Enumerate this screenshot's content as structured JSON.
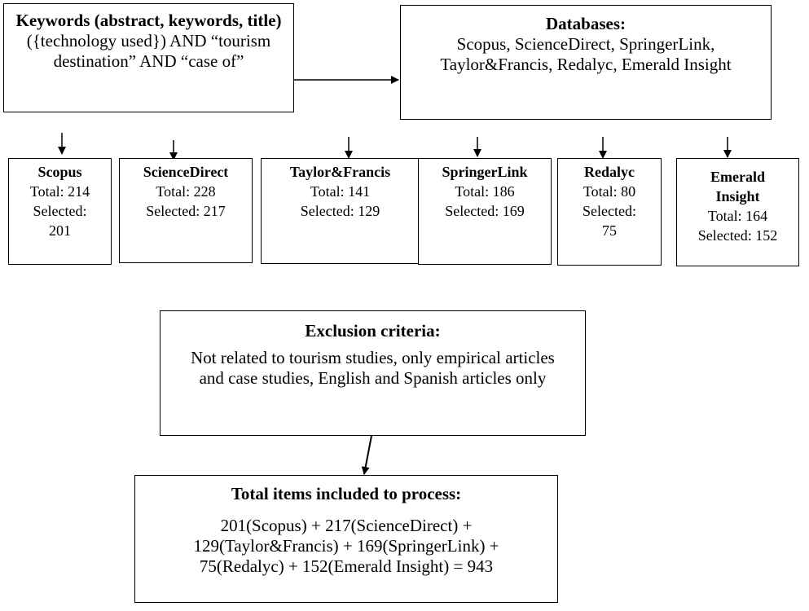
{
  "keywords": {
    "bold_part": "Keywords (abstract, keywords, title)",
    "rest_part": "({technology used}) AND “tourism destination” AND “case of”"
  },
  "databases": {
    "title": "Databases:",
    "text": "Scopus, ScienceDirect, SpringerLink, Taylor&Francis, Redalyc, Emerald Insight"
  },
  "db_boxes": [
    {
      "name": "Scopus",
      "total": "Total: 214",
      "selected": "Selected: 201"
    },
    {
      "name": "ScienceDirect",
      "total": "Total: 228",
      "selected": "Selected: 217"
    },
    {
      "name": "Taylor&Francis",
      "total": "Total: 141",
      "selected": "Selected: 129"
    },
    {
      "name": "SpringerLink",
      "total": "Total: 186",
      "selected": "Selected: 169"
    },
    {
      "name": "Redalyc",
      "total": "Total: 80",
      "selected": "Selected: 75"
    },
    {
      "name": "Emerald Insight",
      "total": "Total: 164",
      "selected": "Selected: 152"
    }
  ],
  "exclusion": {
    "title": "Exclusion criteria:",
    "text": "Not related to tourism studies, only empirical articles and case studies, English and Spanish articles only"
  },
  "total": {
    "title": "Total items included to process:",
    "text": "201(Scopus) + 217(ScienceDirect) + 129(Taylor&Francis) + 169(SpringerLink) + 75(Redalyc) + 152(Emerald Insight) = 943"
  }
}
